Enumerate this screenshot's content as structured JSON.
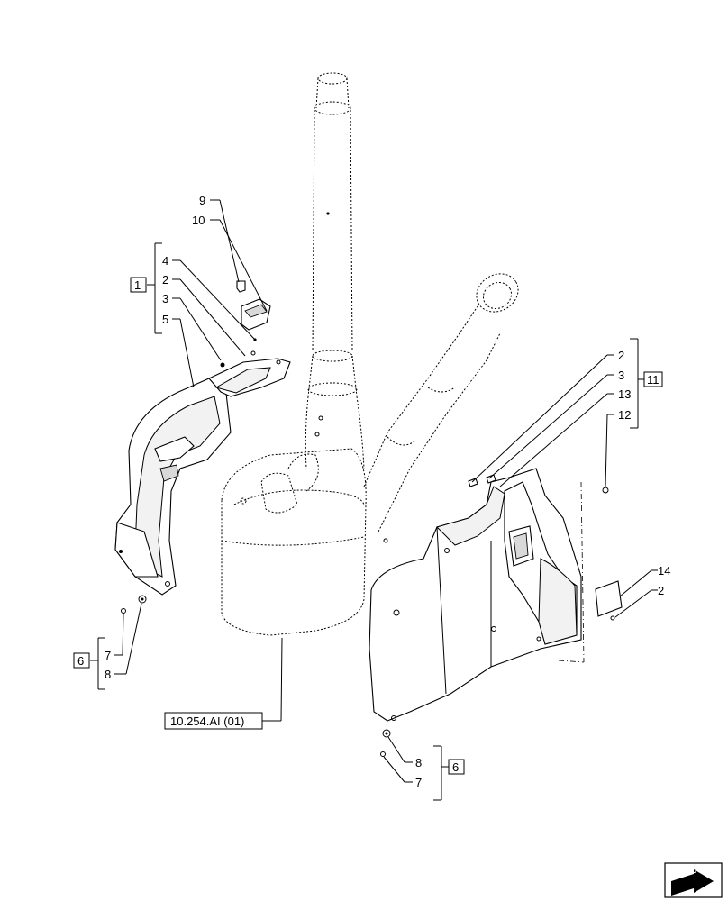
{
  "callouts": {
    "group1_box": "1",
    "group1_items": [
      "4",
      "2",
      "3",
      "5"
    ],
    "top_9": "9",
    "top_10": "10",
    "group6_left_box": "6",
    "group6_left_items": [
      "7",
      "8"
    ],
    "reference": "10.254.AI (01)",
    "group11_box": "11",
    "group11_items": [
      "2",
      "3",
      "13",
      "12"
    ],
    "label_14": "14",
    "label_2_right": "2",
    "group6_right_box": "6",
    "group6_right_items": [
      "8",
      "7"
    ]
  },
  "nav_icon": "next-page-arrow-icon"
}
